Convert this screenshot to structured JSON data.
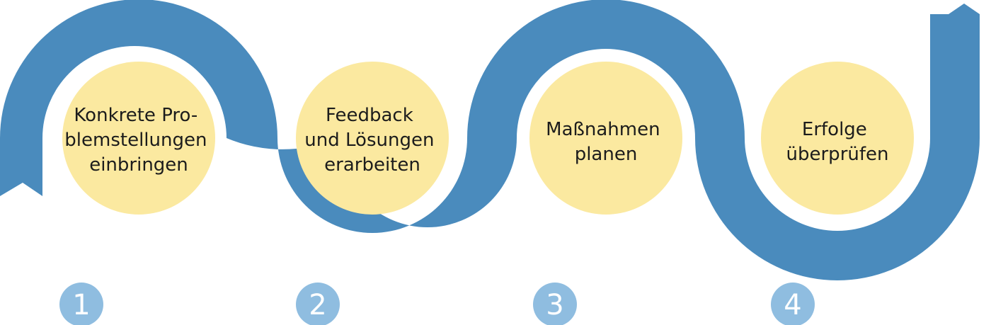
{
  "colors": {
    "ribbon": "#4a8bbd",
    "circle_fill": "#fbe9a0",
    "number_fill": "#8fbde0",
    "text": "#1c1c1c",
    "number_text": "#ffffff"
  },
  "steps": [
    {
      "number": "1",
      "lines": [
        "Konkrete Pro-",
        "blemstellungen",
        "einbringen"
      ]
    },
    {
      "number": "2",
      "lines": [
        "Feedback",
        "und Lösungen",
        "erarbeiten"
      ]
    },
    {
      "number": "3",
      "lines": [
        "Maßnahmen",
        "planen"
      ]
    },
    {
      "number": "4",
      "lines": [
        "Erfolge",
        "überprüfen"
      ]
    }
  ]
}
